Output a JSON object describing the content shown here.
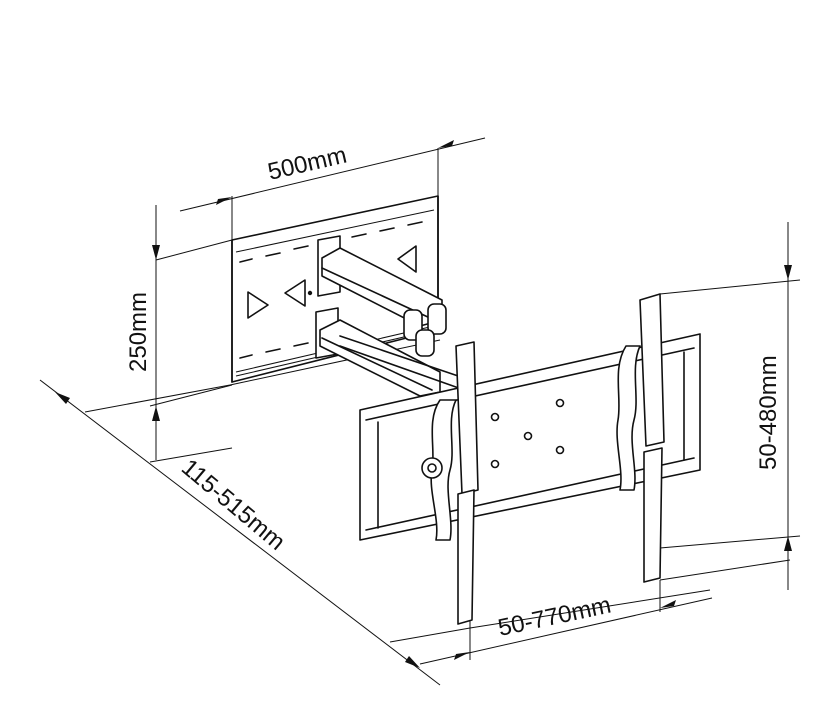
{
  "dimensions": {
    "wall_plate_width": "500mm",
    "wall_plate_height": "250mm",
    "extension": "115-515mm",
    "vertical_adjust": "50-480mm",
    "horizontal_adjust": "50-770mm"
  },
  "colors": {
    "line": "#111111",
    "background": "#ffffff"
  }
}
